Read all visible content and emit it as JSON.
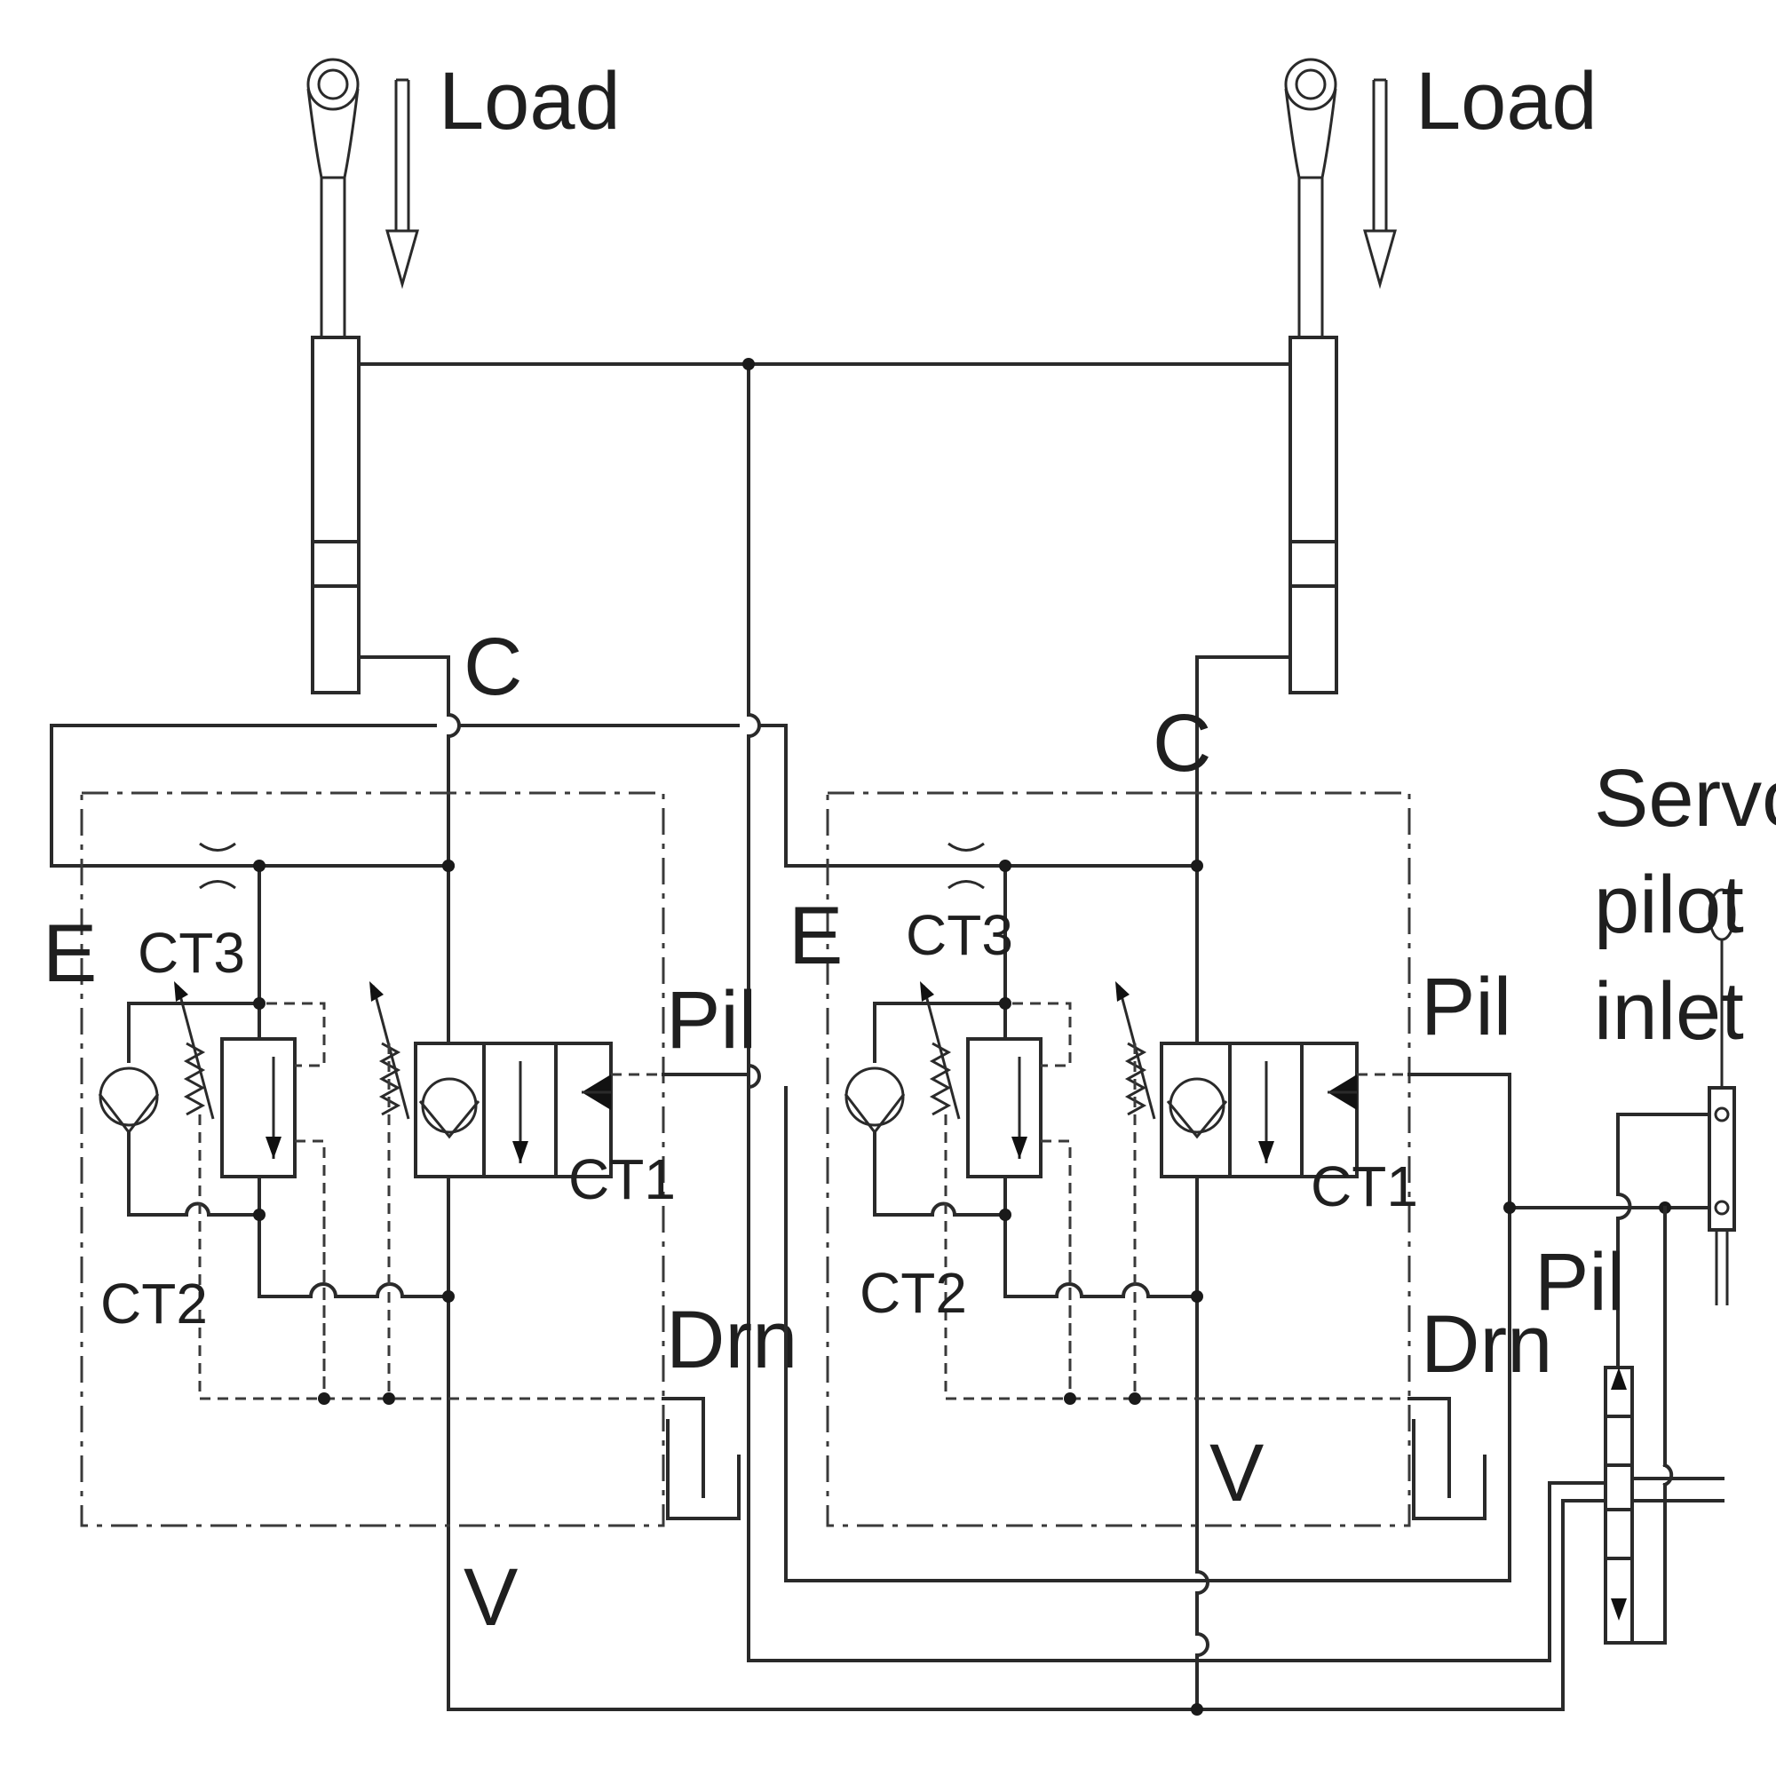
{
  "labels": {
    "load": "Load",
    "c": "C",
    "e": "E",
    "v": "V",
    "pil": "Pil",
    "drn": "Drn",
    "ct1": "CT1",
    "ct2": "CT2",
    "ct3": "CT3",
    "servo_line1": "Servo",
    "servo_line2": "pilot",
    "servo_line3": "inlet"
  },
  "colors": {
    "line": "#2a2a2a",
    "background": "#ffffff"
  }
}
